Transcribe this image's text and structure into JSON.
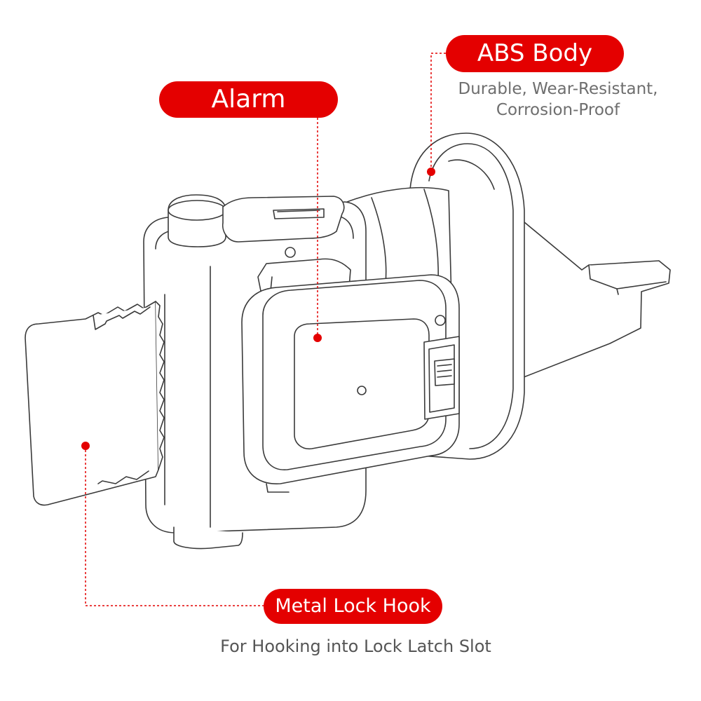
{
  "callouts": {
    "abs_body": {
      "label": "ABS Body",
      "description_line1": "Durable, Wear-Resistant,",
      "description_line2": "Corrosion-Proof"
    },
    "alarm": {
      "label": "Alarm"
    },
    "metal_lock_hook": {
      "label": "Metal Lock Hook",
      "description": "For Hooking into Lock Latch Slot"
    }
  },
  "colors": {
    "accent": "#e40000",
    "line_art": "#3a3a3a",
    "note_text": "#6e6e6e"
  }
}
